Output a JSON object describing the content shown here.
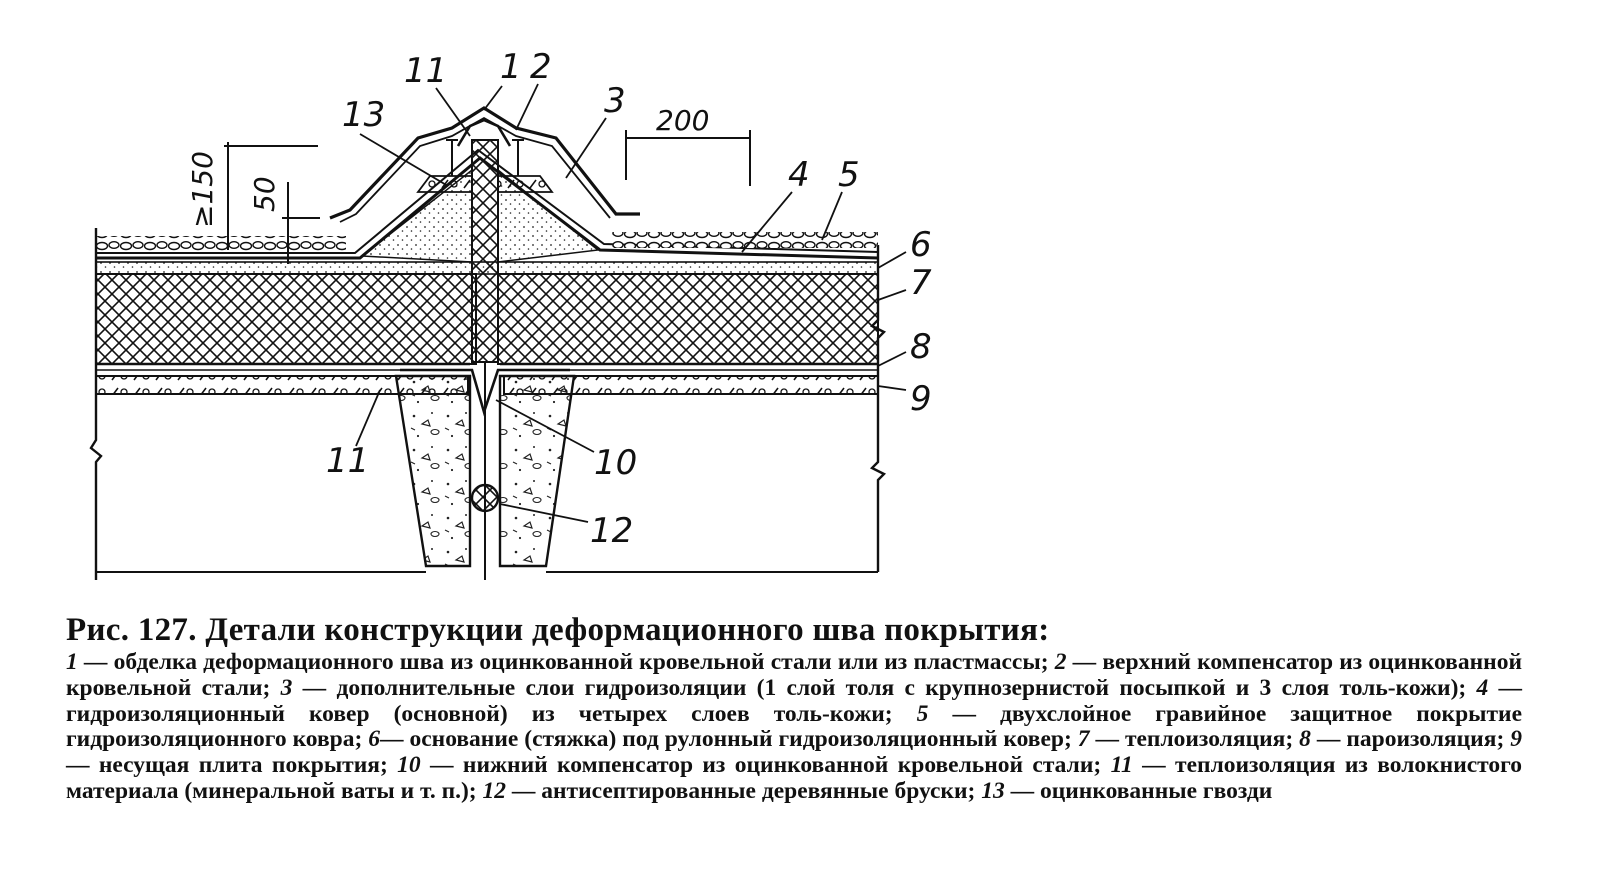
{
  "figure": {
    "callouts": [
      "1",
      "2",
      "3",
      "4",
      "5",
      "6",
      "7",
      "8",
      "9",
      "10",
      "11",
      "11",
      "12",
      "13"
    ],
    "dimensions": [
      "200",
      "≥150",
      "50"
    ]
  },
  "caption": "Рис. 127. Детали конструкции деформационного шва покрытия:",
  "legend": [
    {
      "num": "1",
      "text": " — обделка деформационного шва из оцинкованной кровельной стали или из пластмассы; "
    },
    {
      "num": "2",
      "text": " — верхний компенсатор из оцинкованной кровельной стали; "
    },
    {
      "num": "3",
      "text": " — дополнительные слои гидроизоляции (1 слой толя с крупнозернистой посыпкой и 3 слоя толь-кожи); "
    },
    {
      "num": "4",
      "text": " — гидроизоляционный ковер (основной) из четырех слоев толь-кожи; "
    },
    {
      "num": "5",
      "text": " — двухслойное гравийное защитное покрытие гидроизоляционного ковра; "
    },
    {
      "num": "6",
      "text": "— основание (стяжка) под рулонный гидроизоляционный ковер; "
    },
    {
      "num": "7",
      "text": " — теплоизоляция; "
    },
    {
      "num": "8",
      "text": " — пароизоляция; "
    },
    {
      "num": "9",
      "text": " — несущая плита покрытия; "
    },
    {
      "num": "10",
      "text": " — нижний компенсатор из оцинкованной кровельной стали; "
    },
    {
      "num": "11",
      "text": " — теплоизоляция из волокнистого материала (минеральной ваты и т. п.); "
    },
    {
      "num": "12",
      "text": " — антисептированные деревянные бруски; "
    },
    {
      "num": "13",
      "text": " — оцинкованные гвозди"
    }
  ]
}
